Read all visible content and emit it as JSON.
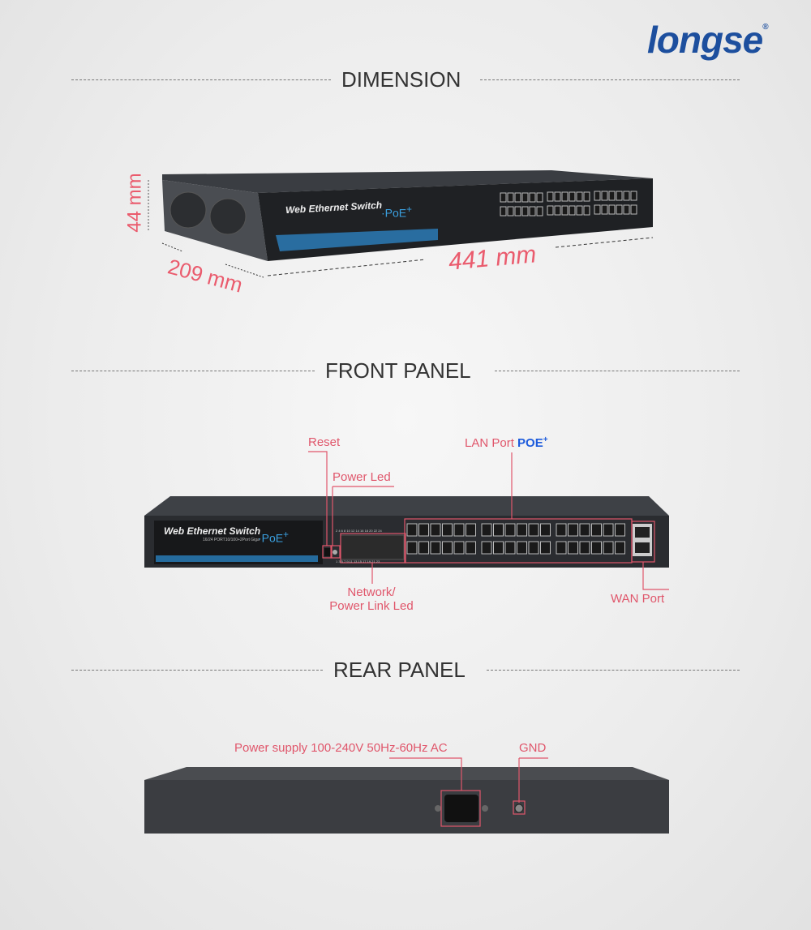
{
  "brand": {
    "logo": "longse",
    "registered": "®"
  },
  "sections": {
    "dimension": "DIMENSION",
    "front": "FRONT PANEL",
    "rear": "REAR PANEL"
  },
  "dimensions": {
    "height": "44 mm",
    "depth": "209 mm",
    "width": "441 mm"
  },
  "device": {
    "name": "Web Ethernet Switch",
    "subtitle": "16/24 PORT10/100+2Port Giga",
    "poe": "·PoE",
    "poe_sup": "+",
    "led_top": "2 4 6 8 10 12 14 16 18 20 22 24",
    "led_bottom": "1 3 5 7 9 11 13 15 17 19 21 23"
  },
  "front_labels": {
    "reset": "Reset",
    "power_led": "Power Led",
    "lan_port": "LAN Port",
    "lan_poe": "POE",
    "lan_poe_sup": "+",
    "network_led_1": "Network/",
    "network_led_2": "Power Link Led",
    "wan_port": "WAN Port"
  },
  "rear_labels": {
    "power_supply": "Power supply 100-240V 50Hz-60Hz AC",
    "gnd": "GND"
  },
  "colors": {
    "accent_red": "#e0566b",
    "brand_blue": "#1d4f9e",
    "poe_blue": "#1d5bdc"
  }
}
